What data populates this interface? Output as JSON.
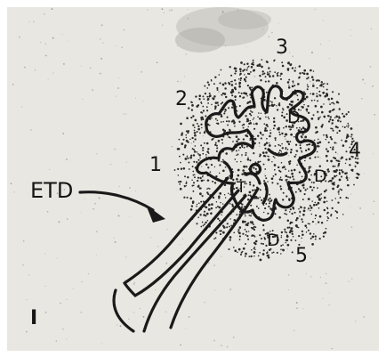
{
  "figure": {
    "panel_label": "I",
    "duct_label": "ETD",
    "lobe_letter": "D",
    "stalk_letter": "T",
    "region_numbers": [
      "1",
      "2",
      "3",
      "4",
      "5"
    ]
  },
  "colors": {
    "paper": "#e9e7e1",
    "ink": "#1a1a1a",
    "stipple": "#2a2a2a",
    "smudge": "#8a8a86"
  }
}
